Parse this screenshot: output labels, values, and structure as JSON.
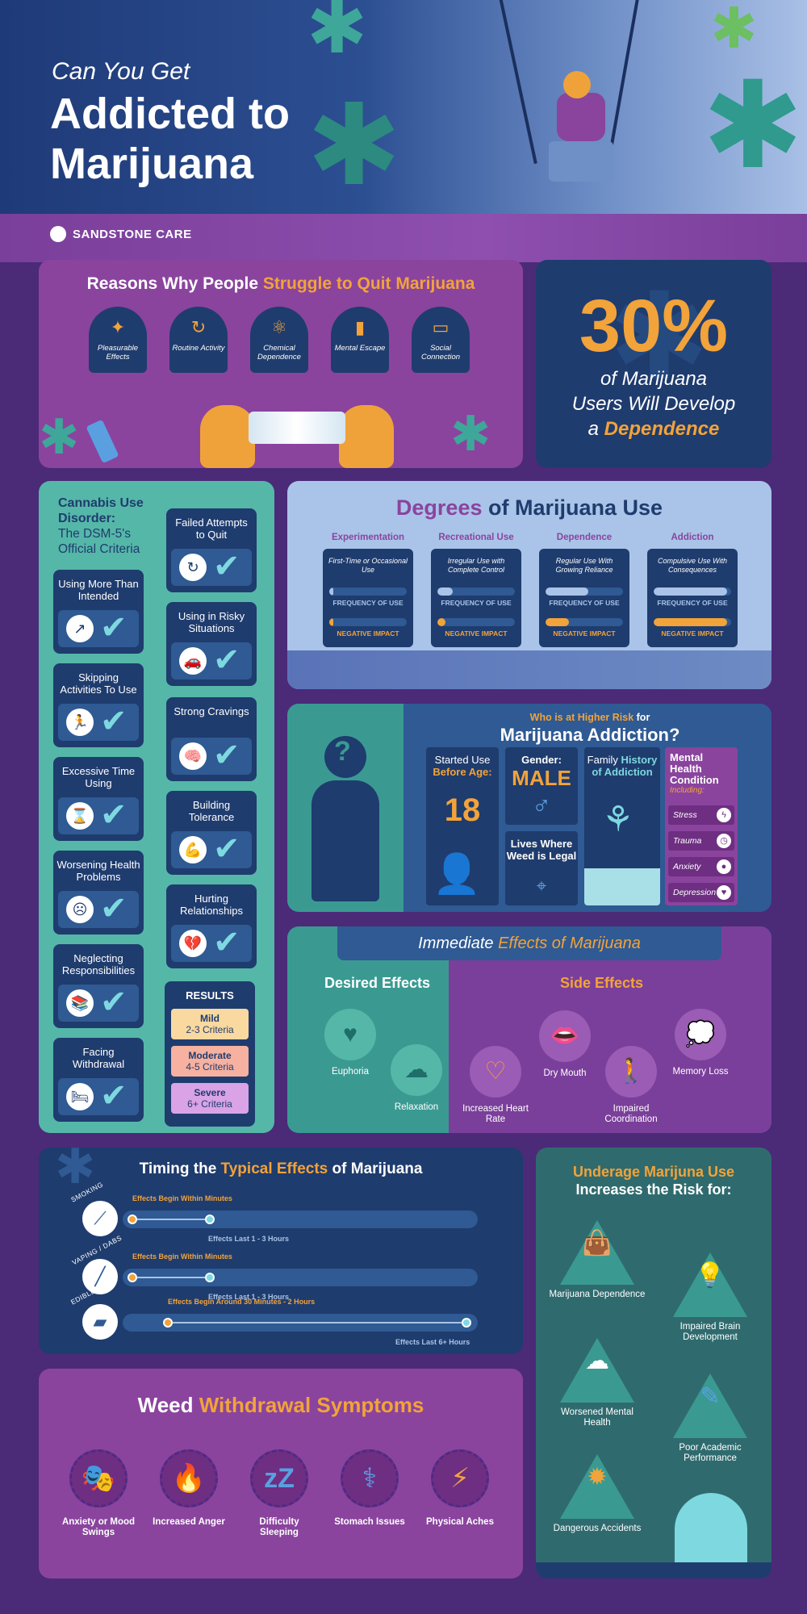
{
  "header": {
    "title_small": "Can You Get",
    "title_large": "Addicted to Marijuana",
    "brand": "SANDSTONE CARE"
  },
  "reasons": {
    "title_part1": "Reasons Why People ",
    "title_part2": "Struggle to Quit Marijuana",
    "items": [
      {
        "label": "Pleasurable Effects",
        "icon": "sparkle-icon"
      },
      {
        "label": "Routine Activity",
        "icon": "refresh-icon"
      },
      {
        "label": "Chemical Dependence",
        "icon": "molecule-icon"
      },
      {
        "label": "Mental Escape",
        "icon": "door-icon"
      },
      {
        "label": "Social Connection",
        "icon": "chat-icon"
      }
    ]
  },
  "stat": {
    "percent": "30%",
    "line1": "of Marijuana",
    "line2": "Users Will Develop",
    "line3_prefix": "a ",
    "line3_emph": "Dependence"
  },
  "cud": {
    "title": "Cannabis Use Disorder:",
    "subtitle": "The DSM-5's Official Criteria",
    "criteria": [
      {
        "label": "Using More Than Intended",
        "icon": "chart-icon"
      },
      {
        "label": "Failed Attempts to Quit",
        "icon": "refresh-icon"
      },
      {
        "label": "Skipping Activities To Use",
        "icon": "runner-icon"
      },
      {
        "label": "Using in Risky Situations",
        "icon": "car-icon"
      },
      {
        "label": "Excessive Time Using",
        "icon": "hourglass-icon"
      },
      {
        "label": "Strong Cravings",
        "icon": "brain-icon"
      },
      {
        "label": "Worsening Health Problems",
        "icon": "sick-face-icon"
      },
      {
        "label": "Building Tolerance",
        "icon": "muscle-icon"
      },
      {
        "label": "Neglecting Responsibilities",
        "icon": "books-icon"
      },
      {
        "label": "Hurting Relationships",
        "icon": "broken-heart-icon"
      },
      {
        "label": "Facing Withdrawal",
        "icon": "bed-icon"
      }
    ],
    "results": {
      "title": "RESULTS",
      "levels": [
        {
          "name": "Mild",
          "range": "2-3 Criteria",
          "color": "#f9d9a0"
        },
        {
          "name": "Moderate",
          "range": "4-5 Criteria",
          "color": "#f6b1a0"
        },
        {
          "name": "Severe",
          "range": "6+ Criteria",
          "color": "#d9a3e6"
        }
      ]
    }
  },
  "degrees": {
    "title_part1": "Degrees",
    "title_part2": " of Marijuana Use",
    "freq_label": "FREQUENCY OF USE",
    "impact_label": "NEGATIVE IMPACT",
    "levels": [
      {
        "name": "Experimentation",
        "desc": "First-Time or Occasional Use",
        "frequency": 0.05,
        "impact": 0.05
      },
      {
        "name": "Recreational Use",
        "desc": "Irregular Use with Complete Control",
        "frequency": 0.2,
        "impact": 0.1
      },
      {
        "name": "Dependence",
        "desc": "Regular Use With Growing Reliance",
        "frequency": 0.55,
        "impact": 0.3
      },
      {
        "name": "Addiction",
        "desc": "Compulsive Use With Consequences",
        "frequency": 0.95,
        "impact": 0.95
      }
    ]
  },
  "risk": {
    "heading_small_emph": "Who is at Higher Risk",
    "heading_small_rest": " for",
    "heading_large": "Marijuana Addiction?",
    "age": {
      "label_part1": "Started Use ",
      "label_part2": "Before Age:",
      "value": "18"
    },
    "gender": {
      "label": "Gender:",
      "value": "MALE"
    },
    "legal": {
      "label": "Lives Where Weed is Legal"
    },
    "family": {
      "label_part1": "Family ",
      "label_part2": "History of Addiction"
    },
    "mental": {
      "title": "Mental Health Condition",
      "including": "Including:",
      "items": [
        {
          "label": "Stress",
          "icon": "bolt-icon"
        },
        {
          "label": "Trauma",
          "icon": "clock-icon"
        },
        {
          "label": "Anxiety",
          "icon": "drops-icon"
        },
        {
          "label": "Depression",
          "icon": "heart-icon"
        }
      ]
    }
  },
  "effects": {
    "title_part1": "Immediate ",
    "title_part2": "Effects of Marijuana",
    "desired_title": "Desired Effects",
    "side_title": "Side Effects",
    "desired": [
      {
        "label": "Euphoria",
        "icon": "heart-swirl-icon"
      },
      {
        "label": "Relaxation",
        "icon": "sleep-cloud-icon"
      }
    ],
    "side": [
      {
        "label": "Increased Heart Rate",
        "icon": "heartbeat-icon"
      },
      {
        "label": "Dry Mouth",
        "icon": "mouth-icon"
      },
      {
        "label": "Impaired Coordination",
        "icon": "falling-person-icon"
      },
      {
        "label": "Memory Loss",
        "icon": "thought-bubble-icon"
      }
    ]
  },
  "timing": {
    "title_part1": "Timing the ",
    "title_part2": "Typical Effects",
    "title_part3": " of Marijuana",
    "rows": [
      {
        "method": "SMOKING",
        "begin": "Effects Begin Within Minutes",
        "last": "Effects Last 1 - 3 Hours",
        "icon": "joint-icon"
      },
      {
        "method": "VAPING / DABS",
        "begin": "Effects Begin Within Minutes",
        "last": "Effects Last 1 - 3 Hours",
        "icon": "vape-pen-icon"
      },
      {
        "method": "EDIBLES",
        "begin": "Effects Begin Around 30 Minutes - 2 Hours",
        "last": "Effects Last 6+ Hours",
        "icon": "edible-icon"
      }
    ]
  },
  "underage": {
    "title": "Underage Marijuna Use",
    "subtitle": "Increases the Risk for:",
    "items": [
      {
        "label": "Marijuana Dependence",
        "icon": "bag-leaf-icon"
      },
      {
        "label": "Impaired Brain Development",
        "icon": "lightbulb-icon"
      },
      {
        "label": "Worsened Mental Health",
        "icon": "storm-cloud-icon"
      },
      {
        "label": "Poor Academic Performance",
        "icon": "pencil-icon"
      },
      {
        "label": "Dangerous Accidents",
        "icon": "explosion-icon"
      }
    ]
  },
  "withdrawal": {
    "title_part1": "Weed ",
    "title_part2": "Withdrawal Symptoms",
    "items": [
      {
        "label": "Anxiety or Mood Swings",
        "icon": "masks-icon"
      },
      {
        "label": "Increased Anger",
        "icon": "flame-icon"
      },
      {
        "label": "Difficulty Sleeping",
        "icon": "zzz-icon"
      },
      {
        "label": "Stomach Issues",
        "icon": "stomach-icon"
      },
      {
        "label": "Physical Aches",
        "icon": "lightning-icon"
      }
    ]
  }
}
